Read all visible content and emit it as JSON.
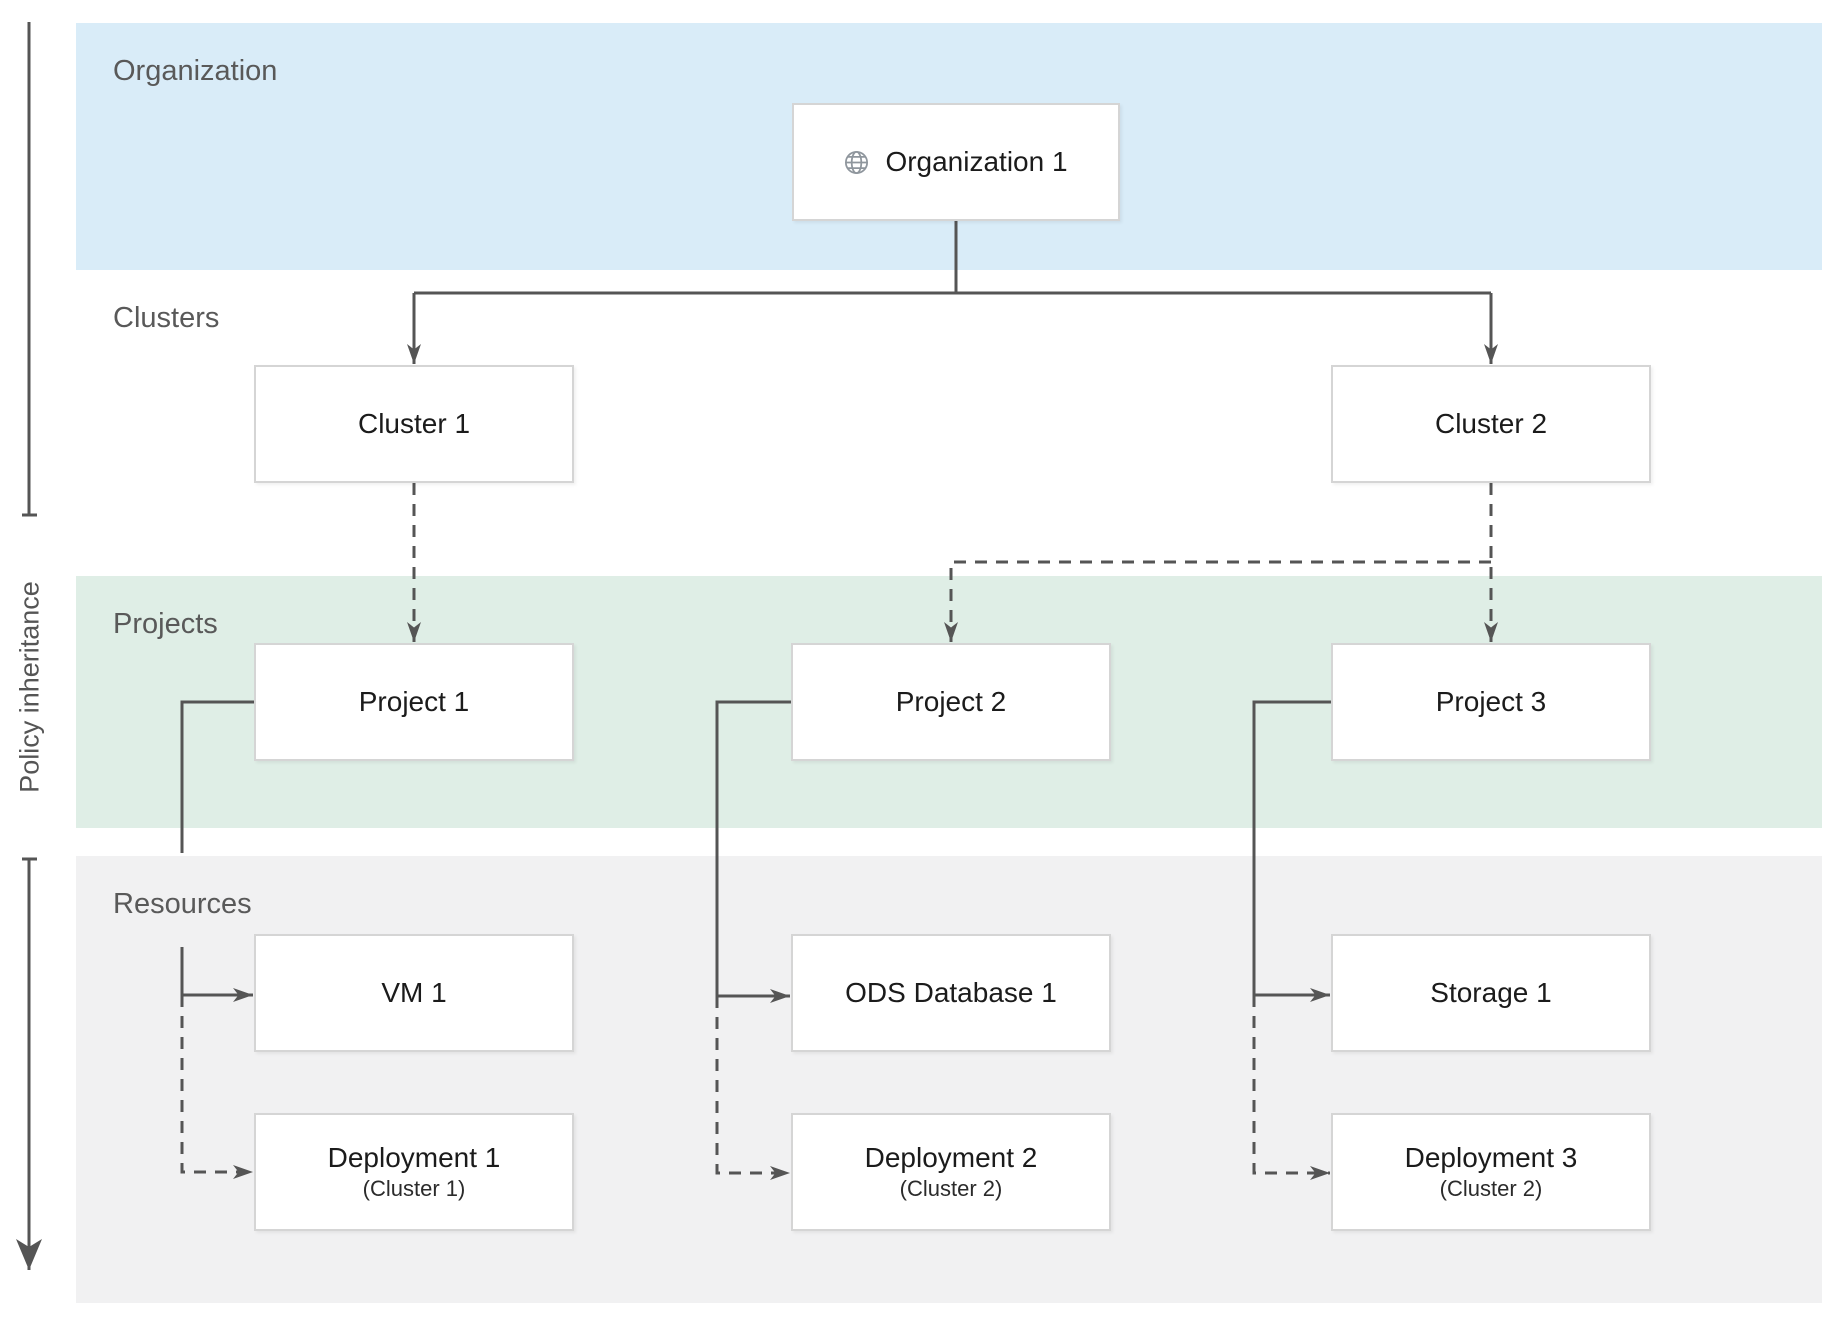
{
  "policy_axis": {
    "label": "Policy inheritance"
  },
  "bands": {
    "organization": {
      "label": "Organization",
      "color": "#d9ecf8"
    },
    "clusters": {
      "label": "Clusters",
      "color": "#ffffff"
    },
    "projects": {
      "label": "Projects",
      "color": "#dfeee6"
    },
    "resources": {
      "label": "Resources",
      "color": "#f1f1f2"
    }
  },
  "nodes": [
    {
      "id": "organization-1",
      "label": "Organization 1",
      "icon": "globe-icon"
    },
    {
      "id": "cluster-1",
      "label": "Cluster 1"
    },
    {
      "id": "cluster-2",
      "label": "Cluster 2"
    },
    {
      "id": "project-1",
      "label": "Project 1"
    },
    {
      "id": "project-2",
      "label": "Project 2"
    },
    {
      "id": "project-3",
      "label": "Project 3"
    },
    {
      "id": "vm-1",
      "label": "VM 1"
    },
    {
      "id": "ods-database-1",
      "label": "ODS Database 1"
    },
    {
      "id": "storage-1",
      "label": "Storage 1"
    },
    {
      "id": "deployment-1",
      "label": "Deployment 1",
      "sublabel": "(Cluster 1)"
    },
    {
      "id": "deployment-2",
      "label": "Deployment 2",
      "sublabel": "(Cluster 2)"
    },
    {
      "id": "deployment-3",
      "label": "Deployment 3",
      "sublabel": "(Cluster 2)"
    }
  ],
  "edges": [
    {
      "from": "Organization 1",
      "to": "Cluster 1",
      "style": "solid"
    },
    {
      "from": "Organization 1",
      "to": "Cluster 2",
      "style": "solid"
    },
    {
      "from": "Cluster 1",
      "to": "Project 1",
      "style": "dashed"
    },
    {
      "from": "Cluster 2",
      "to": "Project 2",
      "style": "dashed"
    },
    {
      "from": "Cluster 2",
      "to": "Project 3",
      "style": "dashed"
    },
    {
      "from": "Project 1",
      "to": "VM 1",
      "style": "solid"
    },
    {
      "from": "Project 1",
      "to": "Deployment 1",
      "style": "dashed"
    },
    {
      "from": "Project 2",
      "to": "ODS Database 1",
      "style": "solid"
    },
    {
      "from": "Project 2",
      "to": "Deployment 2",
      "style": "dashed"
    },
    {
      "from": "Project 3",
      "to": "Storage 1",
      "style": "solid"
    },
    {
      "from": "Project 3",
      "to": "Deployment 3",
      "style": "dashed"
    }
  ],
  "colors": {
    "connector": "#555555",
    "node_border": "#d5d5d5",
    "node_background": "#ffffff",
    "node_text": "#1b1b1b",
    "band_label_text": "#595959",
    "globe_icon": "#8f969d"
  }
}
